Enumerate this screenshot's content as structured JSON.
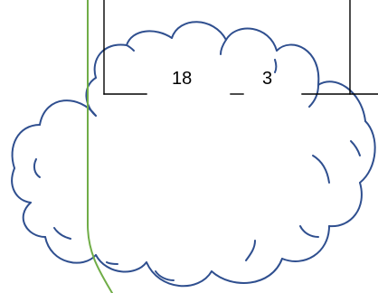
{
  "labels": {
    "left_number": "18",
    "right_number": "3"
  },
  "colors": {
    "cloud_outline": "#2f4f8f",
    "green_curve": "#70ad47",
    "box_line": "#000000",
    "background": "#ffffff"
  },
  "shapes": {
    "cloud": "cloud-callout-shape",
    "curve": "green-vertical-curve",
    "box": "open-rectangle-box"
  }
}
